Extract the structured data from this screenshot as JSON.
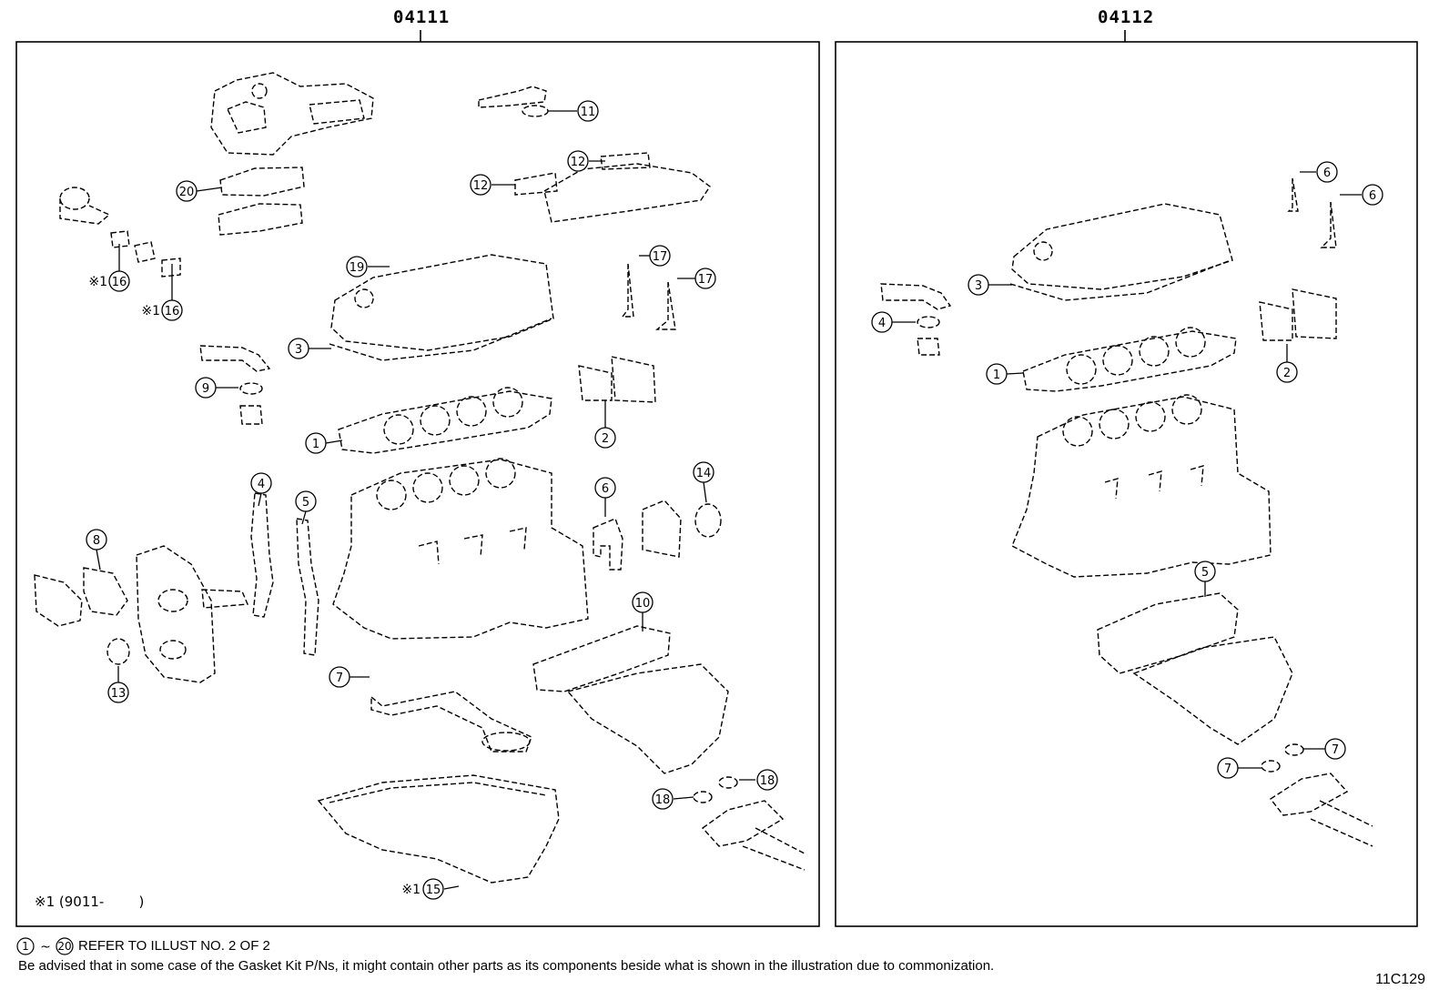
{
  "panels": [
    {
      "id": "04111",
      "title": "04111"
    },
    {
      "id": "04112",
      "title": "04112"
    }
  ],
  "left_callouts": [
    "11",
    "12",
    "12",
    "20",
    "19",
    "17",
    "17",
    "16",
    "16",
    "3",
    "9",
    "2",
    "1",
    "4",
    "5",
    "6",
    "14",
    "8",
    "10",
    "7",
    "13",
    "18",
    "18",
    "15"
  ],
  "right_callouts": [
    "6",
    "6",
    "3",
    "4",
    "2",
    "1",
    "5",
    "7",
    "7"
  ],
  "notes": {
    "star_1": "※1",
    "star_note": "※1 (9011-        )"
  },
  "footer": {
    "range_from": "1",
    "range_to": "20",
    "refer_text": "REFER TO ILLUST NO. 2 OF 2",
    "advisory": "Be advised that in some case of the Gasket Kit P/Ns,  it might contain other parts as its components beside what is shown in the illustration due to commonization.",
    "code": "11C129"
  }
}
